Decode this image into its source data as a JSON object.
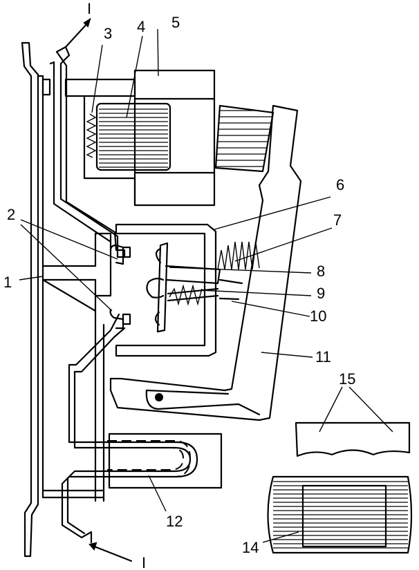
{
  "labels": {
    "current_in": "I",
    "current_out": "I",
    "l1": "1",
    "l2": "2",
    "l3": "3",
    "l4": "4",
    "l5": "5",
    "l6": "6",
    "l7": "7",
    "l8": "8",
    "l9": "9",
    "l10": "10",
    "l11": "11",
    "l12": "12",
    "l14": "14",
    "l15": "15"
  }
}
